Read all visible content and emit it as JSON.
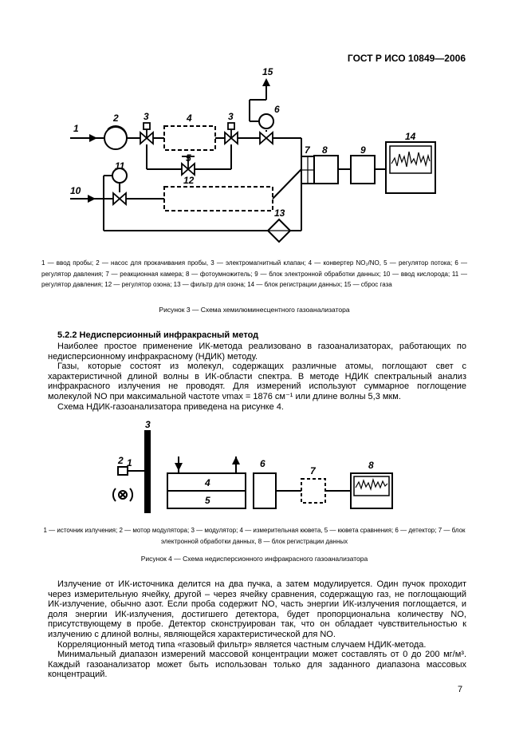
{
  "header": {
    "doc_id": "ГОСТ Р ИСО 10849—2006"
  },
  "figure3": {
    "labels": [
      "1",
      "2",
      "3",
      "4",
      "3",
      "5",
      "6",
      "15",
      "7",
      "8",
      "9",
      "14",
      "11",
      "10",
      "12",
      "13"
    ],
    "legend": "1 — ввод пробы; 2 — насос для прокачивания пробы, 3 — электромагнитный клапан; 4 — конвертер NO₂/NO, 5 — регулятор потока; 6 — регулятор давления; 7 — реакционная камера; 8 — фотоумножитель; 9 — блок электронной обработки данных; 10 — ввод кислорода; 11 — регулятор давления; 12 — регулятор озона; 13 — фильтр для озона; 14 — блок регистрации данных; 15 — сброс газа",
    "caption": "Рисунок 3 — Схема хемилюминесцентного газоанализатора"
  },
  "section": {
    "title": "5.2.2 Недисперсионный инфракрасный метод",
    "p1": "Наиболее простое применение ИК-метода реализовано в газоанализаторах, работающих по недисперсионному инфракрасному (НДИК) методу.",
    "p2": "Газы, которые состоят из молекул, содержащих различные атомы, поглощают свет с характеристичной длиной волны в ИК-области спектра. В методе НДИК спектральный анализ инфракрасного излучения не проводят. Для измерений используют суммарное поглощение молекулой NO при максимальной частоте νmax = 1876 см⁻¹ или длине волны 5,3 мкм.",
    "p3": "Схема НДИК-газоанализатора приведена на рисунке 4."
  },
  "figure4": {
    "labels": [
      "1",
      "2",
      "3",
      "4",
      "5",
      "6",
      "7",
      "8"
    ],
    "legend": "1 — источник излучения; 2 — мотор модулятора; 3 — модулятор; 4 — измерительная кювета, 5 — кювета сравнения; 6 — детектор; 7 — блок электронной обработки данных, 8 — блок регистрации данных",
    "caption": "Рисунок 4 — Схема недисперсионного инфракрасного газоанализатора"
  },
  "tail": {
    "p1": "Излучение от ИК-источника делится на два пучка, а затем модулируется. Один пучок проходит через измерительную ячейку, другой – через ячейку сравнения, содержащую газ, не поглощающий ИК-излучение, обычно азот. Если проба содержит NO, часть энергии ИК-излучения поглощается, и доля энергии ИК-излучения, достигшего детектора, будет пропорциональна количеству NO, присутствующему в пробе. Детектор сконструирован так, что он обладает чувствительностью к излучению с длиной волны, являющейся характеристической для NO.",
    "p2": "Корреляционный метод типа «газовый фильтр» является частным случаем НДИК-метода.",
    "p3": "Минимальный диапазон измерений массовой концентрации может составлять от 0 до 200 мг/м³. Каждый газоанализатор может быть использован только для заданного диапазона массовых концентраций."
  },
  "page_number": "7"
}
